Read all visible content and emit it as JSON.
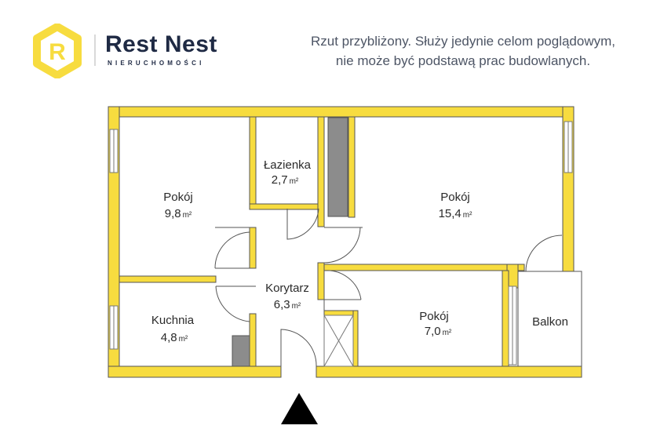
{
  "brand": {
    "name": "Rest Nest",
    "subtitle": "NIERUCHOMOŚCI",
    "logo_letter": "R",
    "accent_color": "#F7DC3F",
    "text_color": "#1F2A44"
  },
  "disclaimer": {
    "line1": "Rzut przybliżony. Służy jedynie celom poglądowym,",
    "line2": "nie może być podstawą prac budowlanych."
  },
  "rooms": {
    "lazienka": {
      "label": "Łazienka",
      "area": "2,7",
      "unit": "m²"
    },
    "pokoj_a": {
      "label": "Pokój",
      "area": "9,8",
      "unit": "m²"
    },
    "pokoj_b": {
      "label": "Pokój",
      "area": "15,4",
      "unit": "m²"
    },
    "korytarz": {
      "label": "Korytarz",
      "area": "6,3",
      "unit": "m²"
    },
    "kuchnia": {
      "label": "Kuchnia",
      "area": "4,8",
      "unit": "m²"
    },
    "pokoj_c": {
      "label": "Pokój",
      "area": "7,0",
      "unit": "m²"
    },
    "balkon": {
      "label": "Balkon"
    }
  },
  "colors": {
    "wall": "#F7DC3F",
    "wall_outline": "#555555",
    "shaft": "#8C8C8C",
    "entrance_arrow": "#000000"
  },
  "icons": {
    "entrance": "triangle-up-icon",
    "logo": "rest-nest-logo-icon"
  }
}
